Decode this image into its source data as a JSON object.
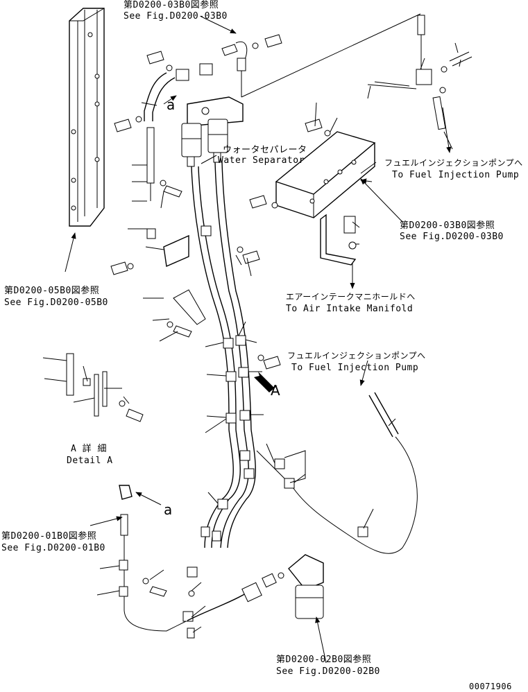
{
  "callouts": {
    "fig_03b0_top_jp": "第D0200-03B0図参照",
    "fig_03b0_top_en": "See Fig.D0200-03B0",
    "water_separator_jp": "ウォータセパレータ",
    "water_separator_en": "Water Separator",
    "fuel_pump_top_jp": "フュエルインジェクションポンプへ",
    "fuel_pump_top_en": "To Fuel Injection Pump",
    "fig_03b0_right_jp": "第D0200-03B0図参照",
    "fig_03b0_right_en": "See Fig.D0200-03B0",
    "fig_05b0_jp": "第D0200-05B0図参照",
    "fig_05b0_en": "See Fig.D0200-05B0",
    "air_intake_jp": "エアーインテークマニホールドへ",
    "air_intake_en": "To Air Intake Manifold",
    "fuel_pump_mid_jp": "フュエルインジェクションポンプへ",
    "fuel_pump_mid_en": "To Fuel Injection Pump",
    "view_a": "A",
    "detail_a_jp": "A 詳 細",
    "detail_a_en": "Detail A",
    "ref_a_top": "a",
    "ref_a_bottom": "a",
    "fig_01b0_jp": "第D0200-01B0図参照",
    "fig_01b0_en": "See Fig.D0200-01B0",
    "fig_02b0_jp": "第D0200-02B0図参照",
    "fig_02b0_en": "See Fig.D0200-02B0"
  },
  "drawing_number": "00071906"
}
